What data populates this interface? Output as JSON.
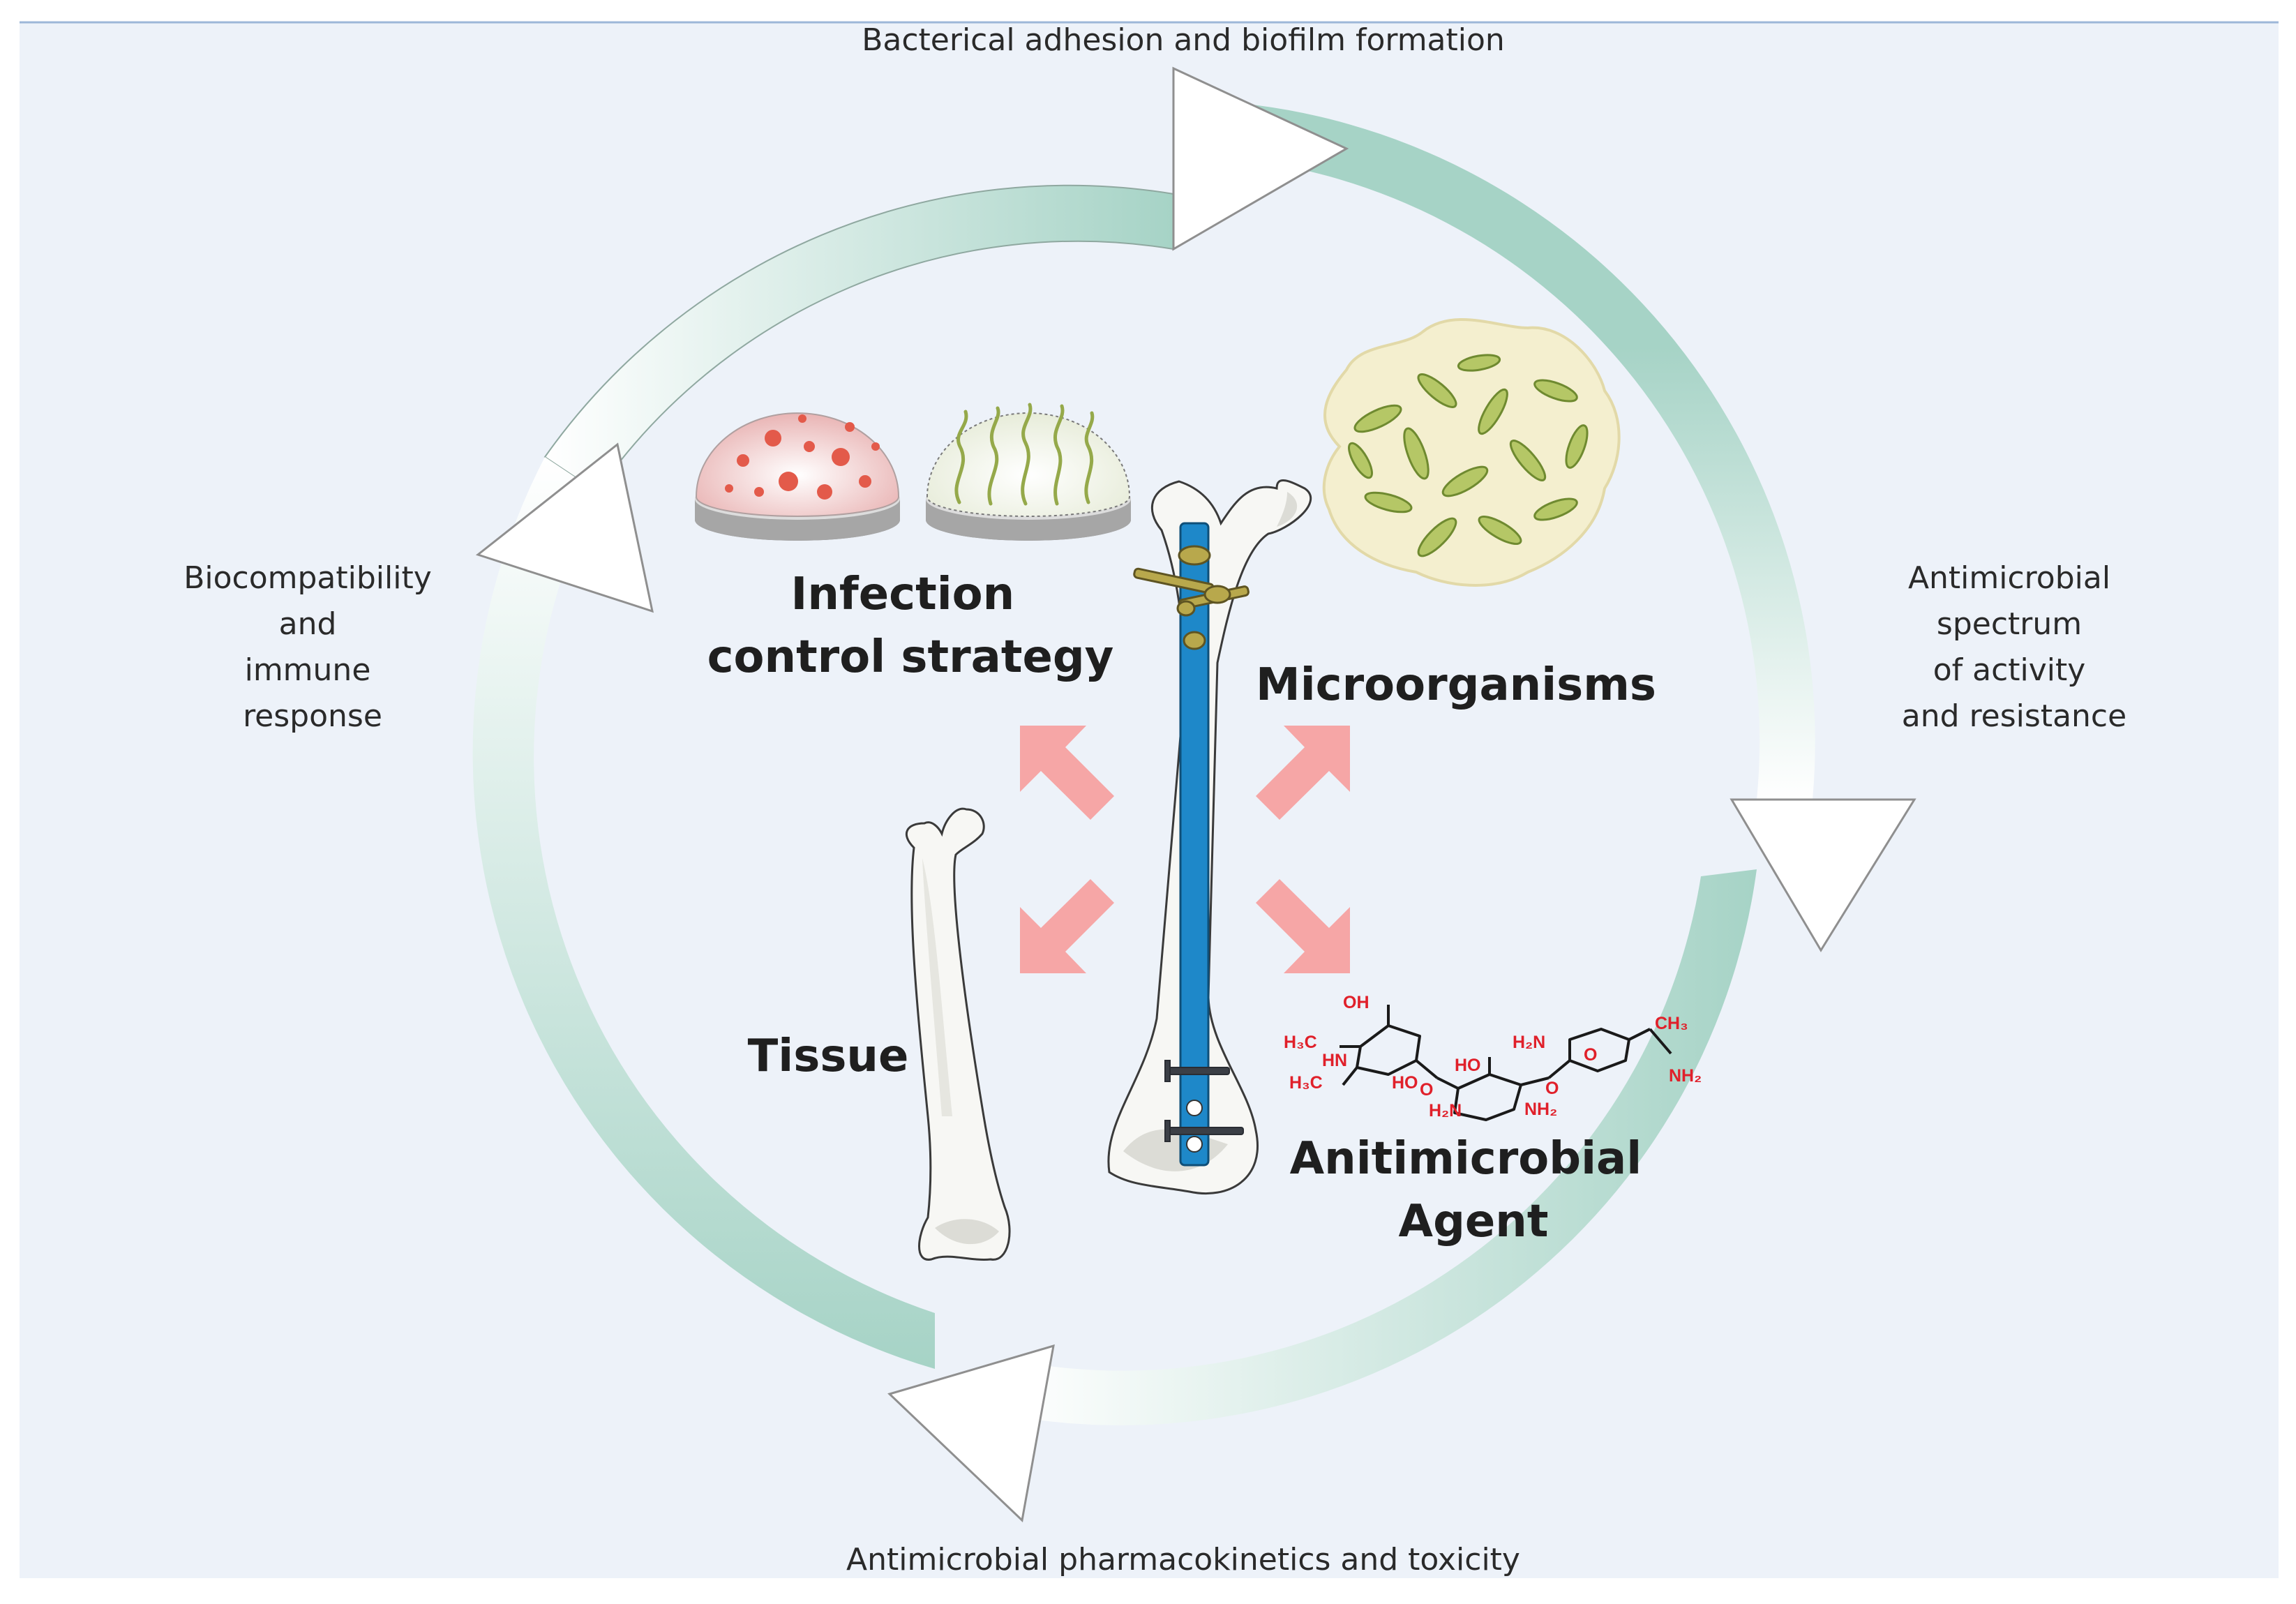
{
  "cycle_labels": {
    "top": "Bacterical adhesion and biofilm formation",
    "right": [
      "Antimicrobial",
      "spectrum",
      "of activity",
      "and resistance"
    ],
    "bottom": "Antimicrobial pharmacokinetics and toxicity",
    "left": [
      "Biocompatibility",
      "and",
      "immune",
      "response"
    ]
  },
  "center_labels": {
    "infection": [
      "Infection",
      "control strategy"
    ],
    "microorganisms": "Microorganisms",
    "tissue": "Tissue",
    "agent": [
      "Anitimicrobial",
      "Agent"
    ]
  },
  "chem_labels": {
    "oh1": "OH",
    "h3c1": "H₃C",
    "hn": "HN",
    "h3c2": "H₃C",
    "ho1": "HO",
    "o1": "O",
    "ho2": "HO",
    "h2n1": "H₂N",
    "nh2a": "NH₂",
    "o2": "O",
    "h2n2": "H₂N",
    "o3": "O",
    "ch3": "CH₃",
    "nh2b": "NH₂"
  },
  "colors": {
    "background": "#edf2f9",
    "ring": "#a6d3c6",
    "arrow_fill": "#ffffff",
    "pink_arrows": "#f6a6a6",
    "implant": "#1e88c9",
    "chem": "#e0202a"
  }
}
